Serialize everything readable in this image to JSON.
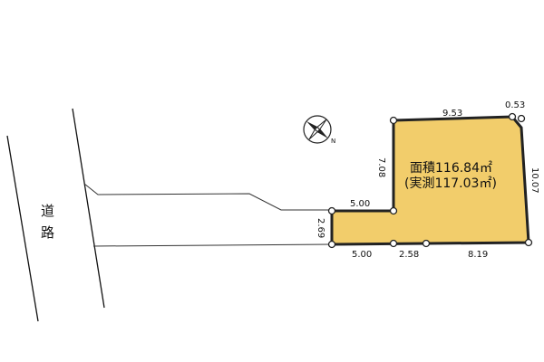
{
  "road": {
    "label_line1": "道",
    "label_line2": "路"
  },
  "plot": {
    "area_label": "面積116.84㎡",
    "measured_label": "(実測117.03㎡)",
    "fill_color": "#f2cd6b",
    "border_color": "#222222"
  },
  "dimensions": {
    "top": "9.53",
    "corner_top_right": "0.53",
    "right": "10.07",
    "left_upper": "7.08",
    "step_top": "5.00",
    "left_lower": "2.69",
    "bottom_left": "5.00",
    "bottom_mid": "2.58",
    "bottom_right": "8.19"
  },
  "compass": {
    "north_mark": "N"
  }
}
